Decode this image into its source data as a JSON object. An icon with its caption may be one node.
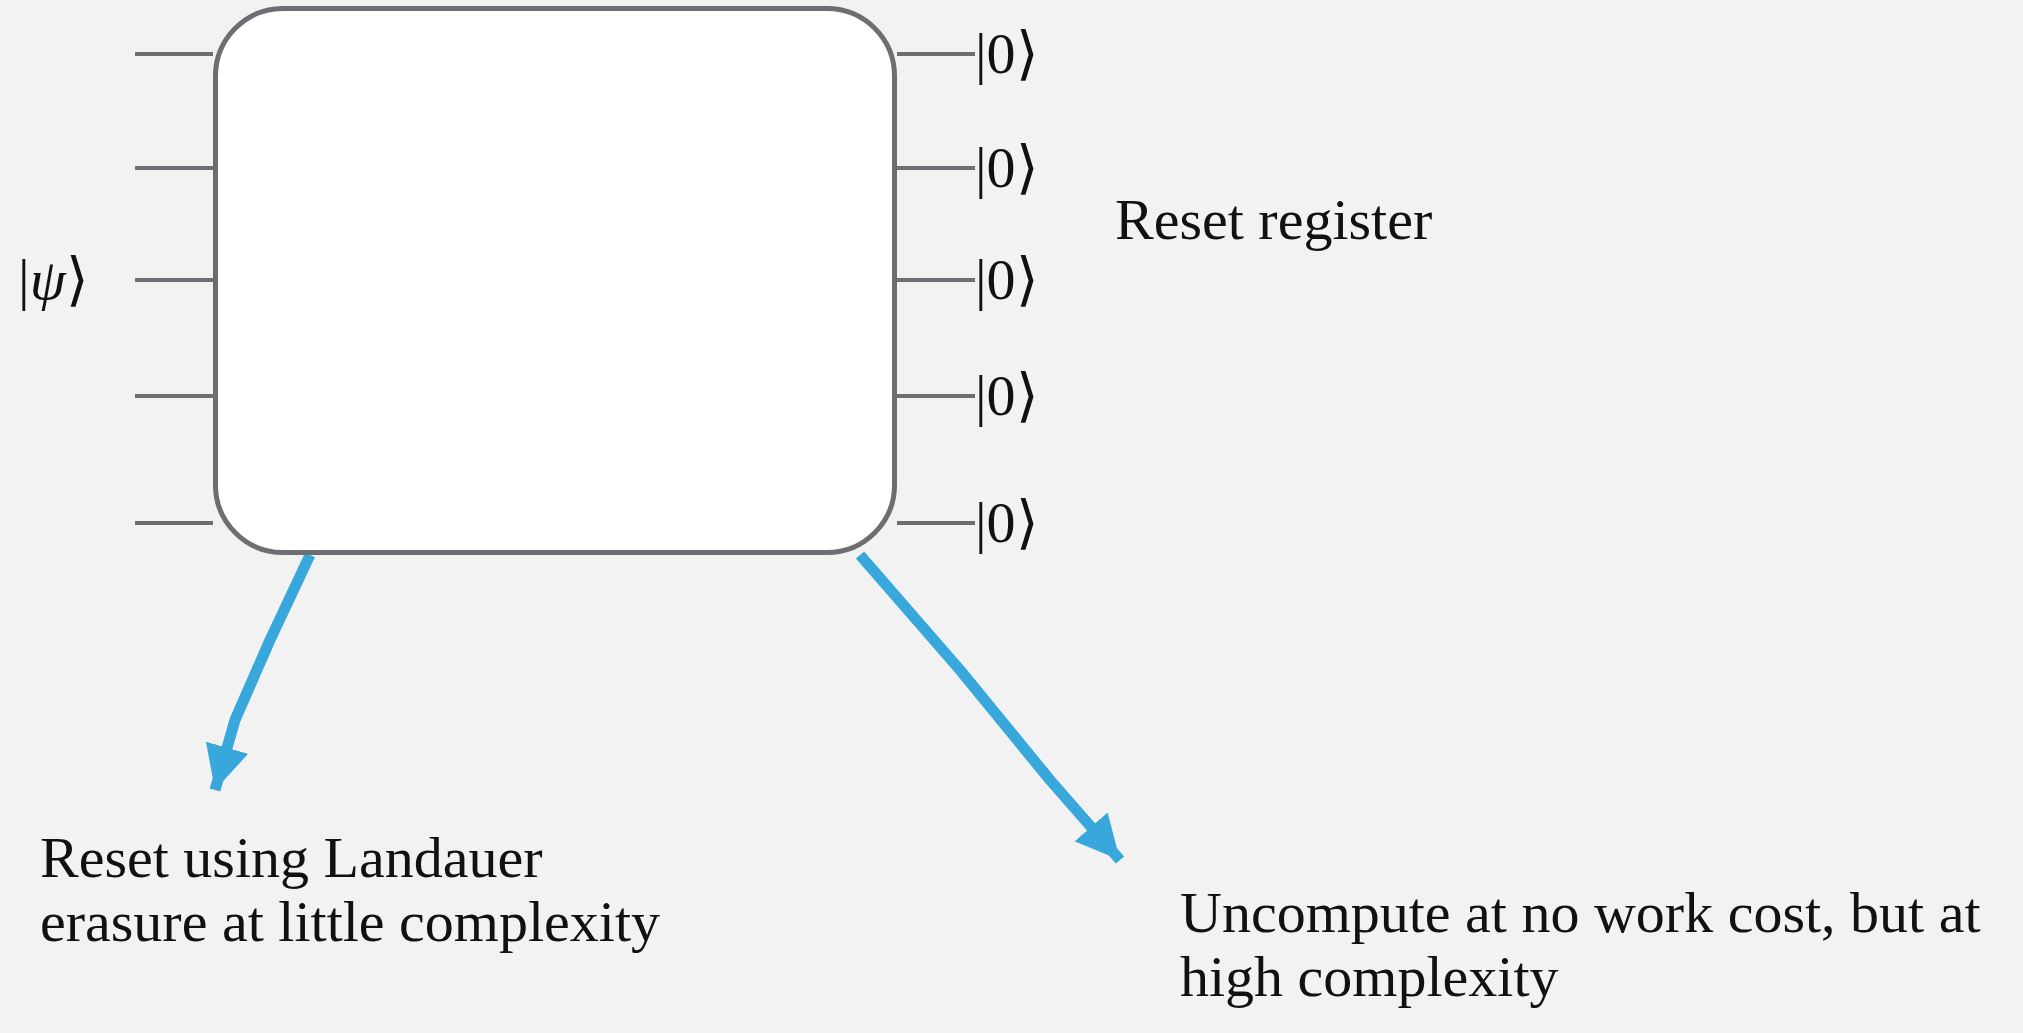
{
  "diagram": {
    "nodes": [
      {
        "text": [],
        "shape": "box"
      },
      {
        "text": [
          "|0⟩"
        ]
      },
      {
        "text": [
          "|0⟩"
        ]
      },
      {
        "text": [
          "|0⟩"
        ]
      },
      {
        "text": [
          "|0⟩"
        ]
      },
      {
        "text": [
          "|0⟩"
        ]
      },
      {
        "text": [
          "Reset using Landauer erasure at little complexity"
        ]
      },
      {
        "text": [
          "Uncompute at no work cost, but at high complexity"
        ]
      }
    ],
    "edges": [
      {
        "from": null,
        "to": 0,
        "arrow": "none"
      },
      {
        "from": null,
        "to": 0,
        "arrow": "none"
      },
      {
        "from": null,
        "to": 0,
        "arrow": "none"
      },
      {
        "from": null,
        "to": 0,
        "arrow": "none"
      },
      {
        "from": null,
        "to": 0,
        "arrow": "none"
      },
      {
        "from": 0,
        "to": 1,
        "arrow": "none"
      },
      {
        "from": 0,
        "to": 2,
        "arrow": "none"
      },
      {
        "from": 0,
        "to": 3,
        "arrow": "none"
      },
      {
        "from": 0,
        "to": 4,
        "arrow": "none"
      },
      {
        "from": 0,
        "to": 5,
        "arrow": "none"
      },
      {
        "from": 0,
        "to": 6,
        "arrow": "to",
        "style": "thick",
        "color": "#38a7dc"
      },
      {
        "from": 0,
        "to": 7,
        "arrow": "to",
        "style": "thick",
        "color": "#38a7dc"
      }
    ],
    "labels": [
      "|*ψ*⟩",
      "Reset register"
    ]
  }
}
